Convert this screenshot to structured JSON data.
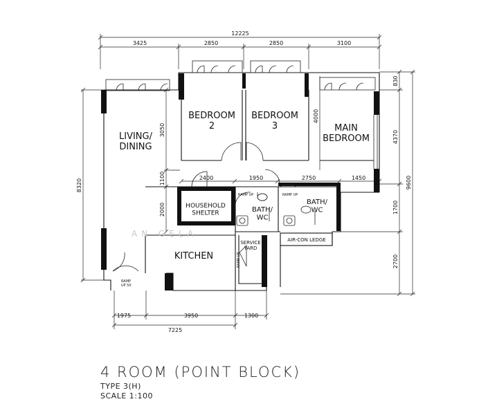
{
  "plan": {
    "rooms": {
      "living": "LIVING/\nDINING",
      "bedroom2": "BEDROOM\n2",
      "bedroom3": "BEDROOM\n3",
      "main_bedroom": "MAIN\nBEDROOM",
      "household_shelter": "HOUSEHOLD\nSHELTER",
      "bath1": "BATH/\nWC",
      "bath2": "BATH/\nWC",
      "kitchen": "KITCHEN",
      "service_yard": "SERVICE\nYARD",
      "aircon_ledge": "AIR-CON LEDGE"
    },
    "ramps": {
      "ramp_bath1": "RAMP UP",
      "ramp_bath2": "RAMP UP",
      "ramp_yard": "RAMP UP",
      "ramp_entry": "RAMP\nUP 50"
    },
    "dimensions": {
      "top_total": "12225",
      "top_1": "3425",
      "top_2": "2850",
      "top_3": "2850",
      "top_4": "3100",
      "right_830": "830",
      "right_4370": "4370",
      "right_9600": "9600",
      "right_1700": "1700",
      "right_2700": "2700",
      "left_8320": "8320",
      "left_3050": "3050",
      "left_1100": "1100",
      "left_2000": "2000",
      "inner_4000": "4000",
      "inner_2400": "2400",
      "inner_1950": "1950",
      "inner_2750": "2750",
      "inner_1450": "1450",
      "bottom_1975": "1975",
      "bottom_3950": "3950",
      "bottom_1300": "1300",
      "bottom_total": "7225"
    },
    "watermark": "AN GELA"
  },
  "title": {
    "main": "4 ROOM (POINT BLOCK)",
    "type": "TYPE  3(H)",
    "scale": "SCALE 1:100"
  }
}
